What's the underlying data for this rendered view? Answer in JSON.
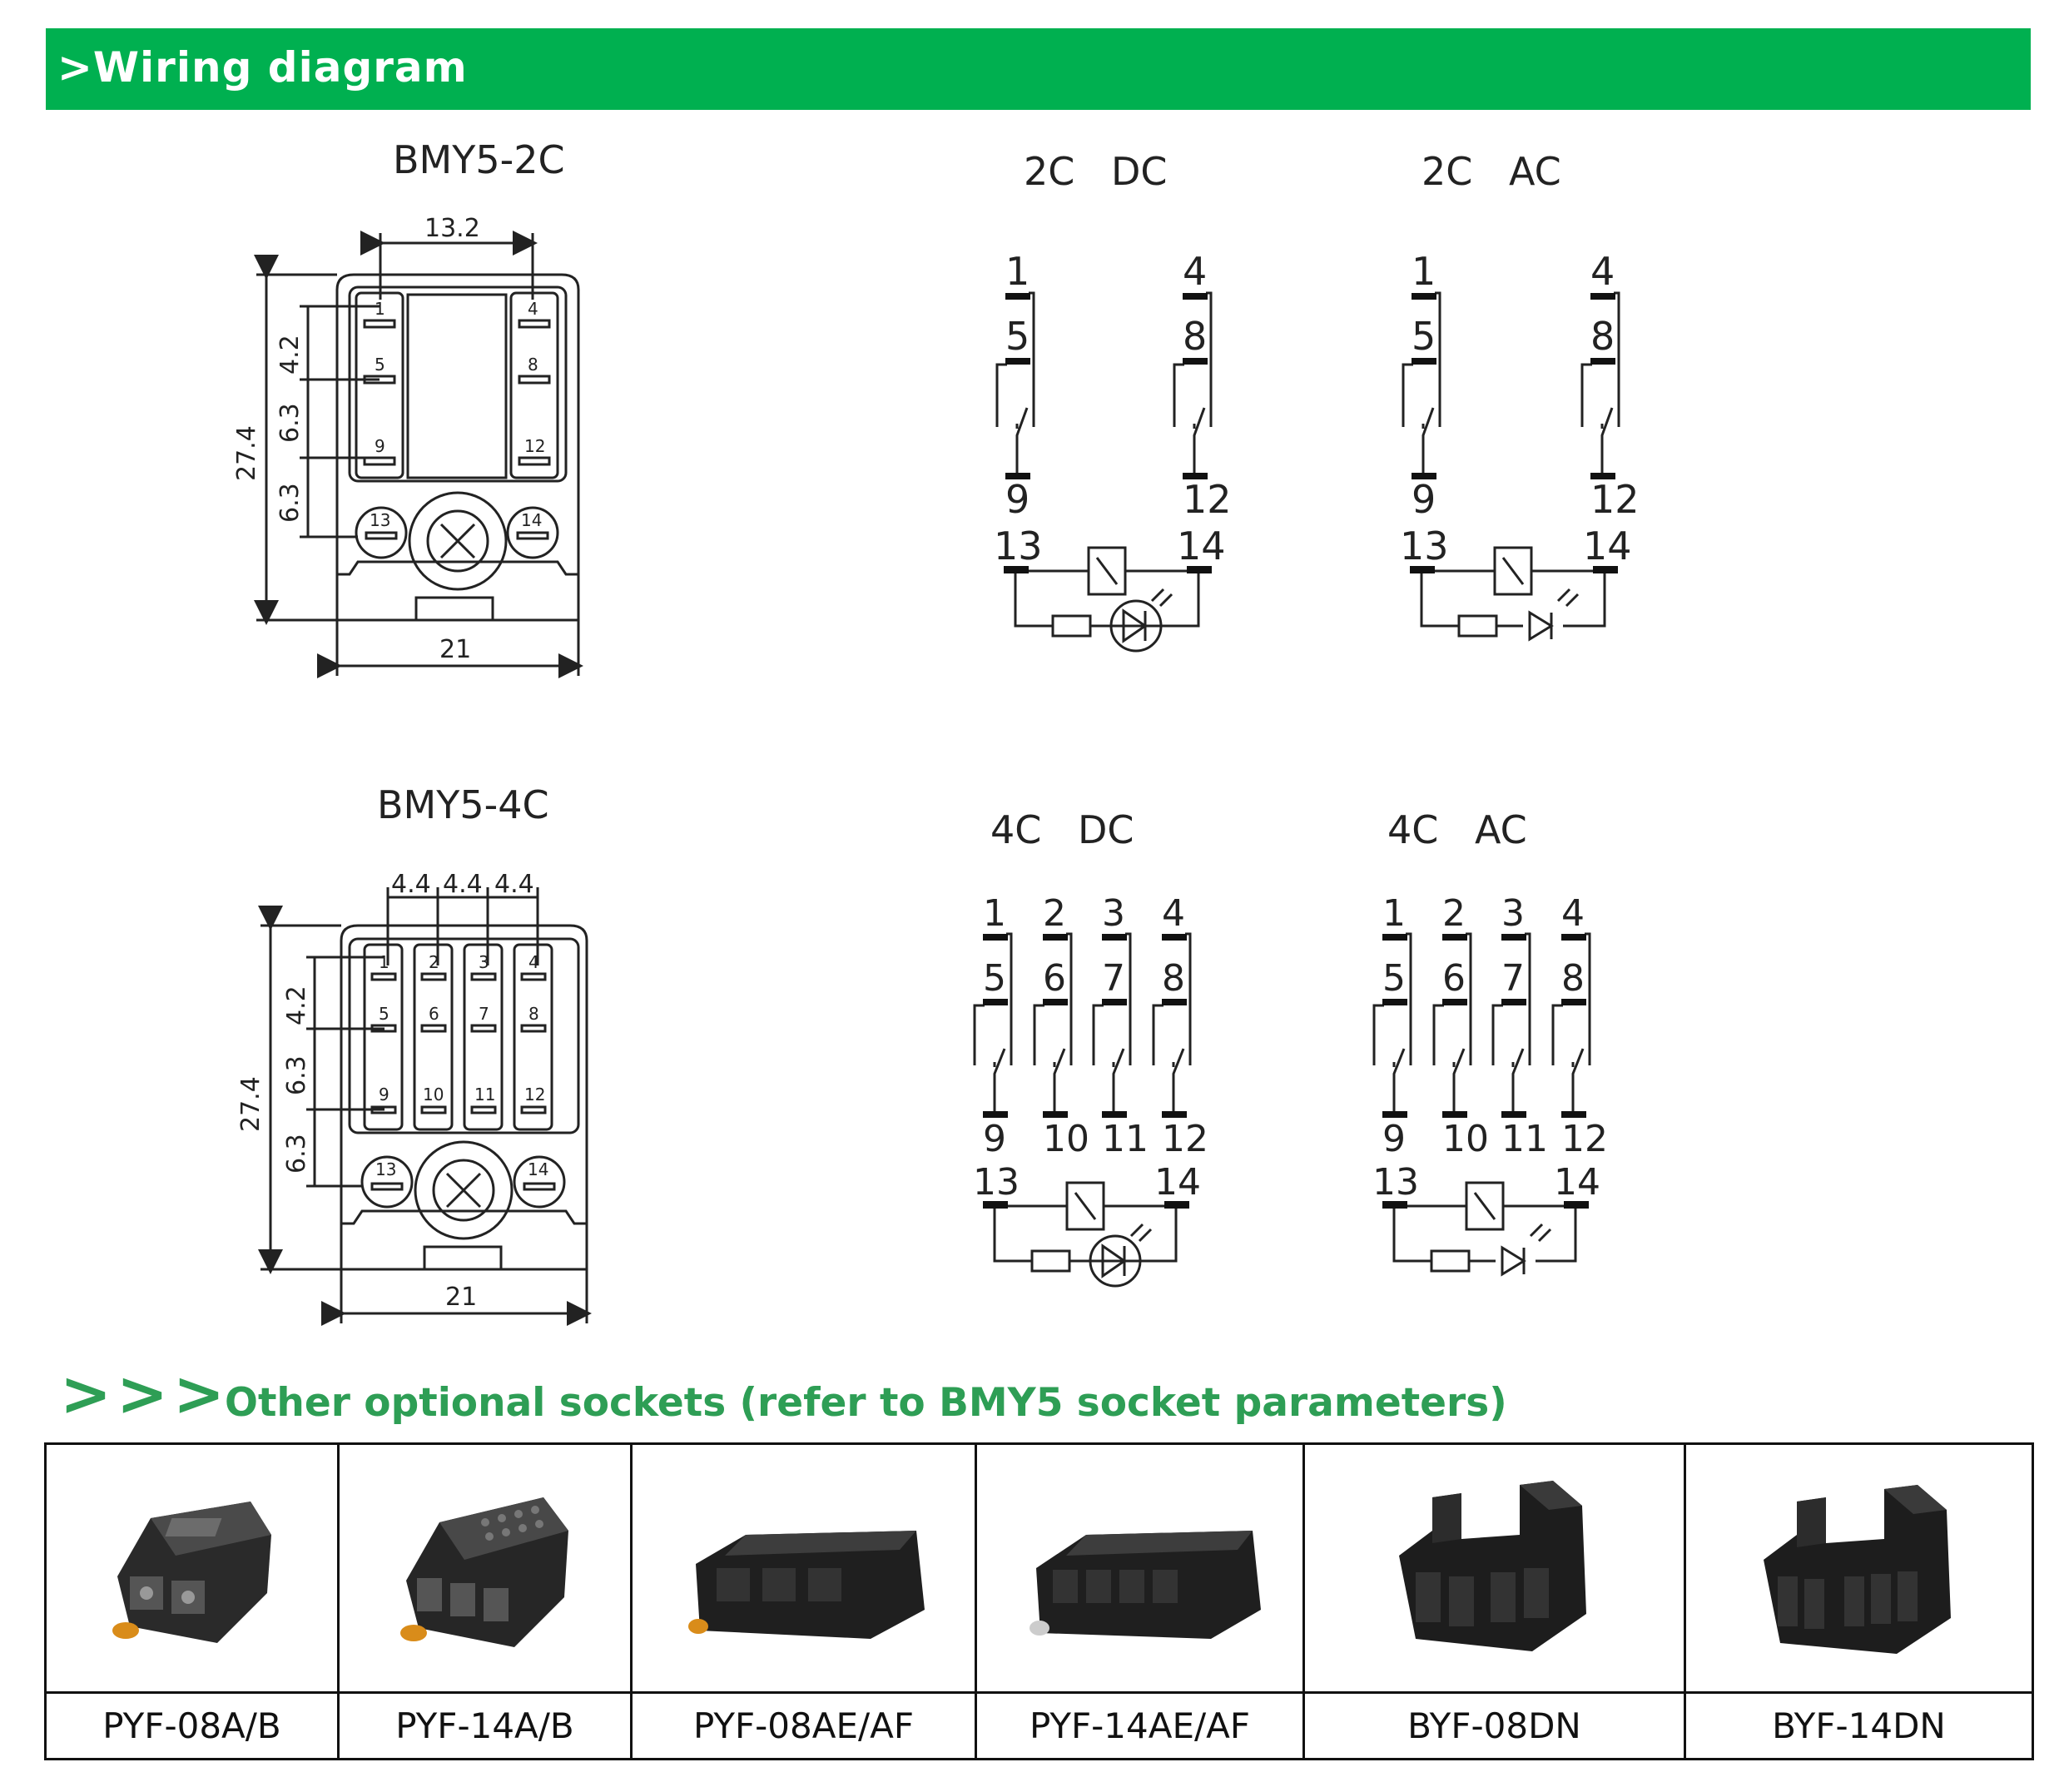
{
  "header": {
    "title": ">Wiring diagram"
  },
  "drawing_2c": {
    "title": "BMY5-2C",
    "dim_top": "13.2",
    "dim_left": "27.4",
    "dim_bottom": "21",
    "dim_sub": [
      "4.2",
      "6.3",
      "6.3"
    ],
    "pins": [
      "1",
      "4",
      "5",
      "8",
      "9",
      "12",
      "13",
      "14"
    ]
  },
  "drawing_4c": {
    "title": "BMY5-4C",
    "dim_top": [
      "4.4",
      "4.4",
      "4.4"
    ],
    "dim_left": "27.4",
    "dim_bottom": "21",
    "dim_sub": [
      "4.2",
      "6.3",
      "6.3"
    ],
    "pins": [
      "1",
      "2",
      "3",
      "4",
      "5",
      "6",
      "7",
      "8",
      "9",
      "10",
      "11",
      "12",
      "13",
      "14"
    ]
  },
  "schematics": {
    "s2dc": {
      "title": [
        "2C",
        "DC"
      ],
      "top": [
        "1",
        "4"
      ],
      "mid": [
        "5",
        "8"
      ],
      "bot": [
        "9",
        "12"
      ],
      "coil": [
        "13",
        "14"
      ]
    },
    "s2ac": {
      "title": [
        "2C",
        "AC"
      ],
      "top": [
        "1",
        "4"
      ],
      "mid": [
        "5",
        "8"
      ],
      "bot": [
        "9",
        "12"
      ],
      "coil": [
        "13",
        "14"
      ]
    },
    "s4dc": {
      "title": [
        "4C",
        "DC"
      ],
      "top": [
        "1",
        "2",
        "3",
        "4"
      ],
      "mid": [
        "5",
        "6",
        "7",
        "8"
      ],
      "bot": [
        "9",
        "10",
        "11",
        "12"
      ],
      "coil": [
        "13",
        "14"
      ]
    },
    "s4ac": {
      "title": [
        "4C",
        "AC"
      ],
      "top": [
        "1",
        "2",
        "3",
        "4"
      ],
      "mid": [
        "5",
        "6",
        "7",
        "8"
      ],
      "bot": [
        "9",
        "10",
        "11",
        "12"
      ],
      "coil": [
        "13",
        "14"
      ]
    }
  },
  "sockets_section": {
    "arrows": ">>>",
    "title": "Other optional sockets (refer to BMY5 socket parameters)",
    "items": [
      {
        "name": "PYF-08A/B"
      },
      {
        "name": "PYF-14A/B"
      },
      {
        "name": "PYF-08AE/AF"
      },
      {
        "name": "PYF-14AE/AF"
      },
      {
        "name": "BYF-08DN"
      },
      {
        "name": "BYF-14DN"
      }
    ]
  },
  "colors": {
    "accent": "#00b050",
    "accent_text": "#2e9e55"
  }
}
